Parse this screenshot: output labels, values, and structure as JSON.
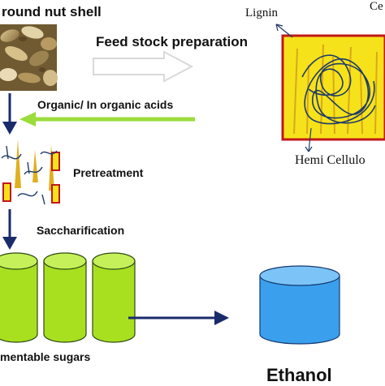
{
  "labels": {
    "source": "round nut shell",
    "feedstock": "Feed stock preparation",
    "lignin": "Lignin",
    "cellulose_partial": "Ce",
    "acids": "Organic/ In organic acids",
    "pretreatment": "Pretreatment",
    "hemicellulose": "Hemi Cellulo",
    "saccharification": "Saccharification",
    "sugars": "mentable sugars",
    "ethanol": "Ethanol"
  },
  "colors": {
    "arrow_navy": "#1a2b6b",
    "arrow_green": "#9bdc3a",
    "cylinder_green": "#a8e020",
    "cylinder_blue": "#3aa0ee",
    "fiber_box": "#f6e21a",
    "fiber_border": "#c0181b",
    "shell_tan": "#b89a62"
  },
  "icons": {
    "photo": "peanut-shell-photo",
    "fiber": "lignocellulose-fiber-illustration",
    "pretreated": "pretreated-fiber-icons",
    "sugars": "sugar-cylinders",
    "ethanol": "ethanol-cylinder"
  }
}
